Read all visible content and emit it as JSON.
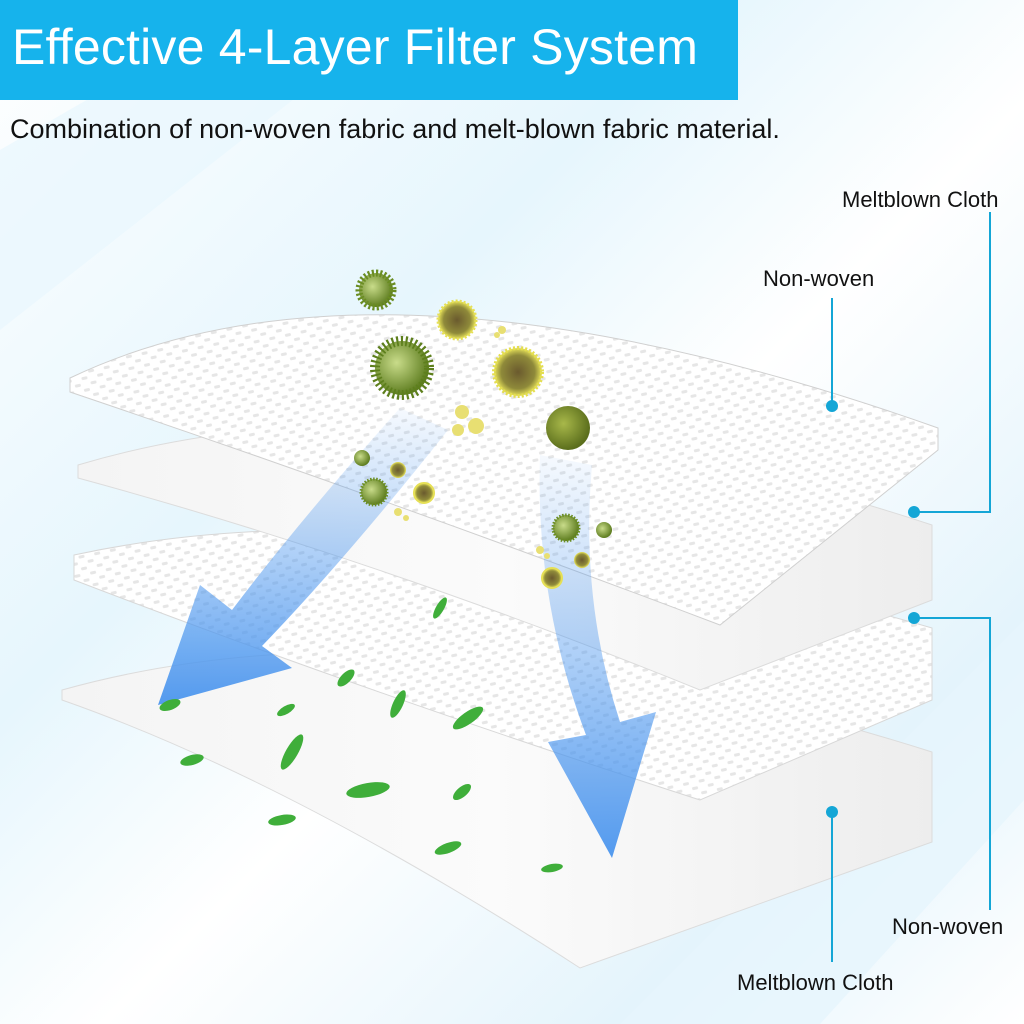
{
  "header": {
    "title": "Effective 4-Layer Filter System",
    "subtitle": "Combination of non-woven fabric and melt-blown fabric material."
  },
  "layers": [
    {
      "label": "Non-woven"
    },
    {
      "label": "Meltblown Cloth"
    },
    {
      "label": "Non-woven"
    },
    {
      "label": "Meltblown Cloth"
    }
  ],
  "colors": {
    "banner": "#16b3ec",
    "accent_line": "#14a6d6",
    "arrow": "#4a95ee",
    "particle": "#6f8f2a",
    "leaf": "#3fae3a"
  },
  "icons": [
    "virus-particle-icon",
    "pollen-particle-icon",
    "leaf-icon",
    "arrow-down-icon"
  ]
}
